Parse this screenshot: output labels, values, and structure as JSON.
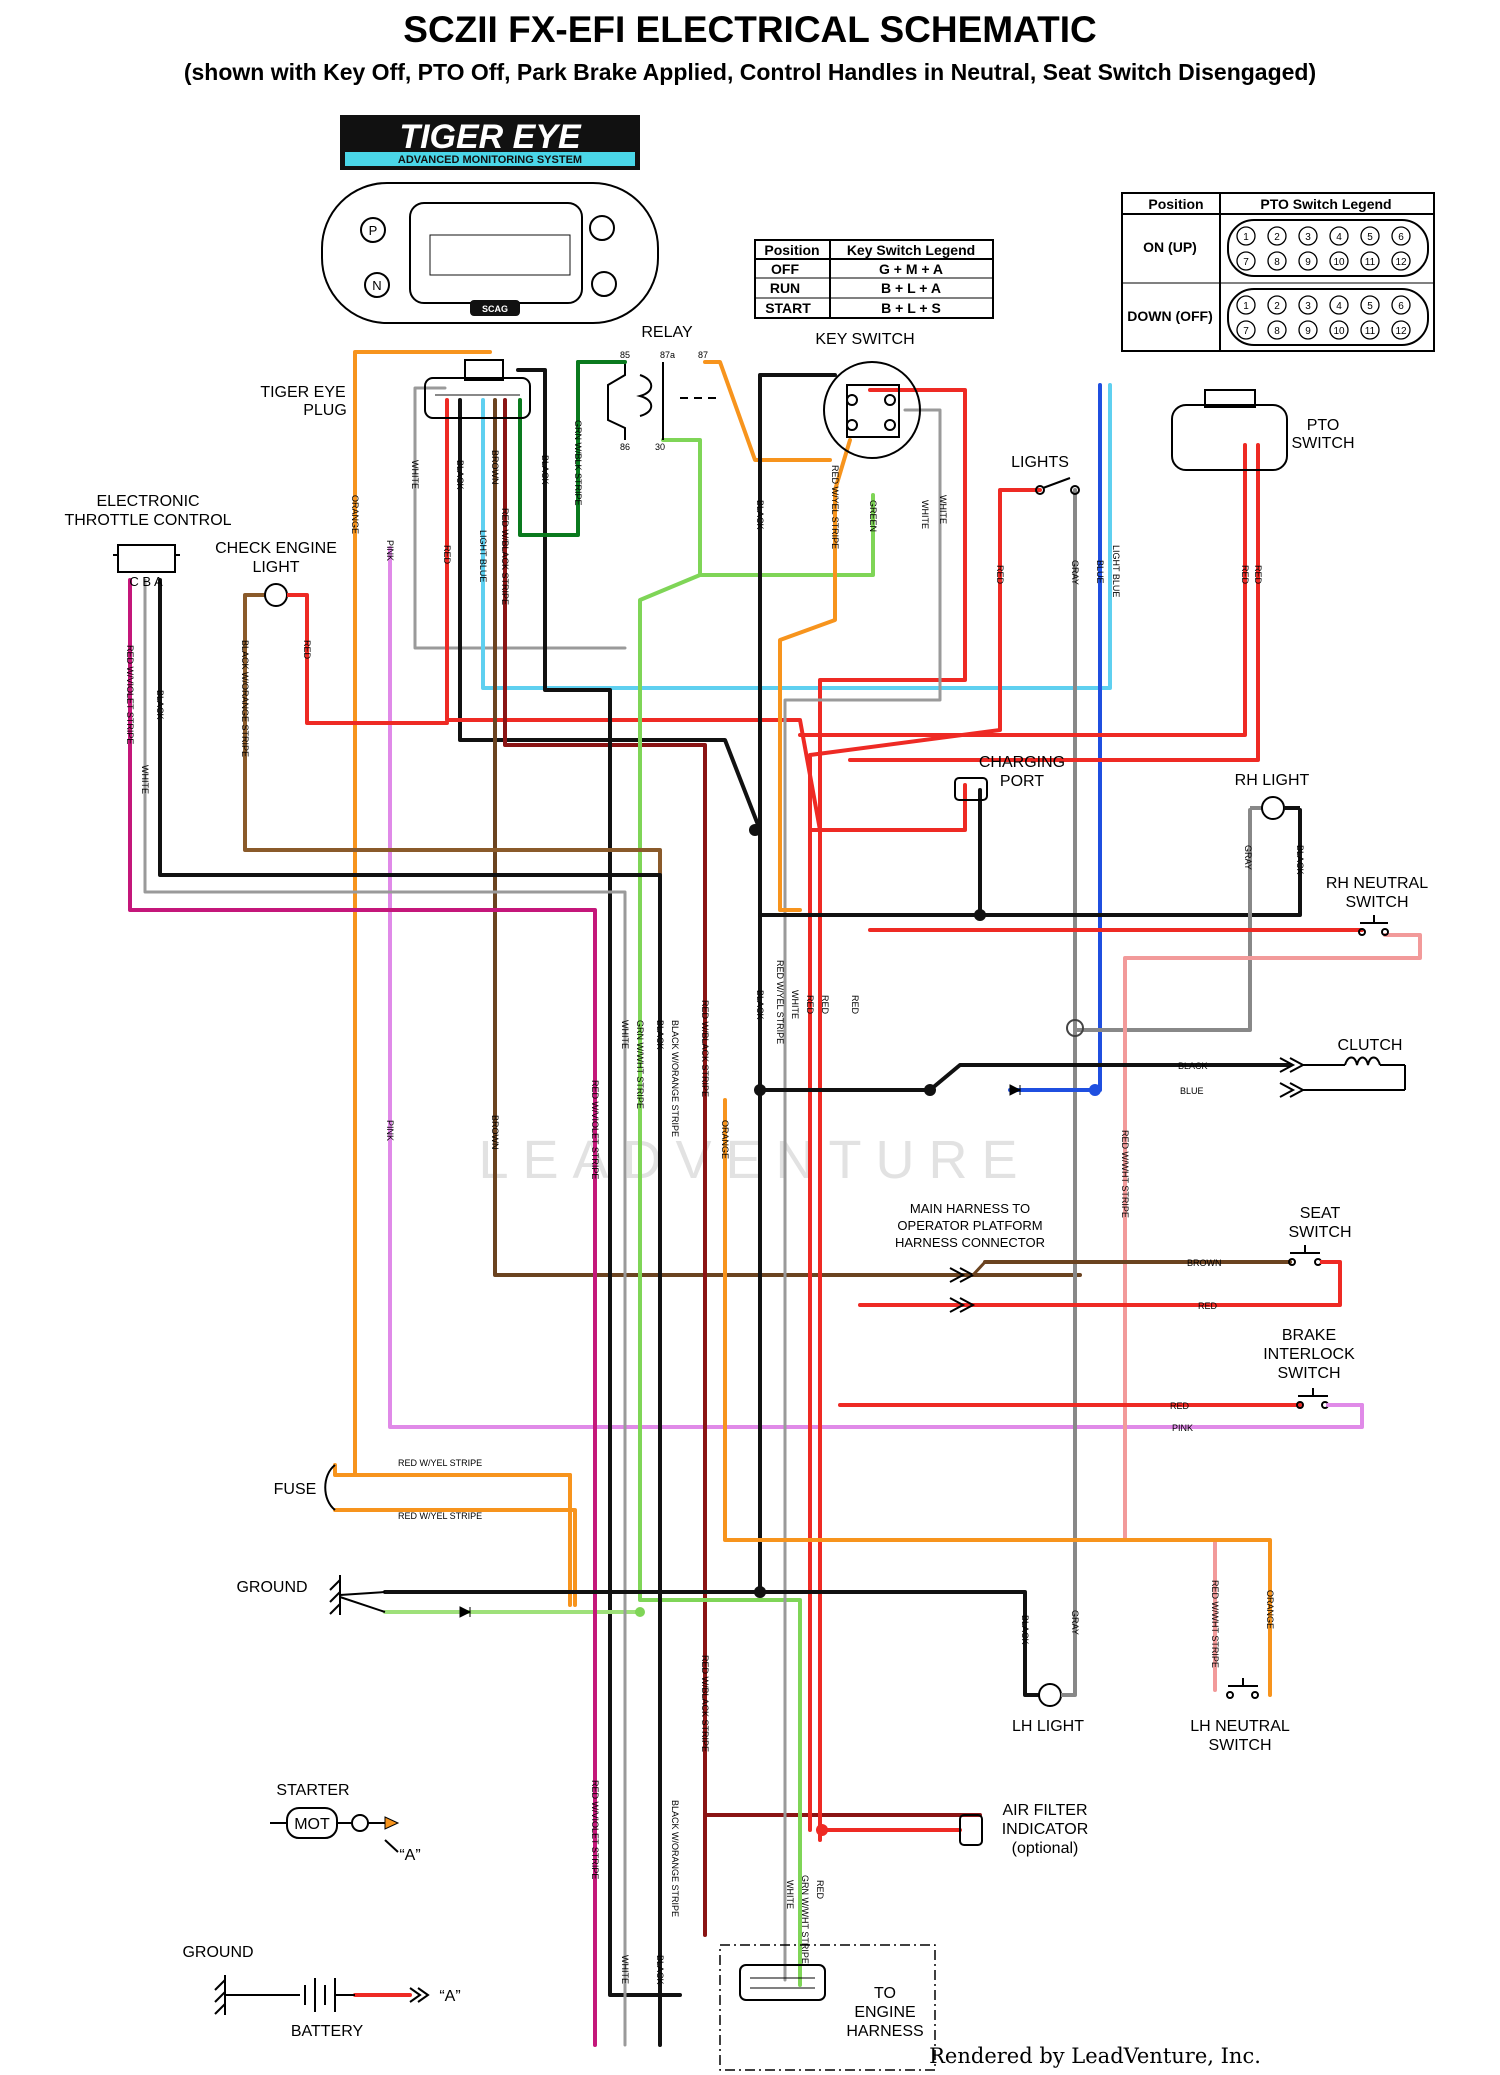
{
  "title": "SCZII FX-EFI ELECTRICAL SCHEMATIC",
  "subtitle": "(shown with Key Off, PTO Off, Park Brake Applied, Control Handles in Neutral, Seat Switch Disengaged)",
  "watermark": "LEADVENTURE",
  "credit": "Rendered by LeadVenture, Inc.",
  "logo": {
    "name": "TIGER EYE",
    "tagline": "ADVANCED MONITORING SYSTEM",
    "badge": "SCAG"
  },
  "key_switch_legend": {
    "headers": [
      "Position",
      "Key Switch Legend"
    ],
    "rows": [
      {
        "position": "OFF",
        "legend": "G + M + A"
      },
      {
        "position": "RUN",
        "legend": "B + L + A"
      },
      {
        "position": "START",
        "legend": "B + L + S"
      }
    ]
  },
  "pto_switch_legend": {
    "headers": [
      "Position",
      "PTO Switch Legend"
    ],
    "rows": [
      {
        "position": "ON (UP)",
        "pins": [
          "1",
          "2",
          "3",
          "4",
          "5",
          "6",
          "7",
          "8",
          "9",
          "10",
          "11",
          "12"
        ]
      },
      {
        "position": "DOWN (OFF)",
        "pins": [
          "1",
          "2",
          "3",
          "4",
          "5",
          "6",
          "7",
          "8",
          "9",
          "10",
          "11",
          "12"
        ]
      }
    ]
  },
  "components": {
    "relay": "RELAY",
    "relay_pins": [
      "85",
      "87a",
      "87",
      "86",
      "30"
    ],
    "key_switch": "KEY SWITCH",
    "tiger_eye_plug": [
      "TIGER EYE",
      "PLUG"
    ],
    "pto_switch": [
      "PTO",
      "SWITCH"
    ],
    "electronic_throttle": [
      "ELECTRONIC",
      "THROTTLE CONTROL"
    ],
    "check_engine": [
      "CHECK ENGINE",
      "LIGHT"
    ],
    "lights": "LIGHTS",
    "charging_port": [
      "CHARGING",
      "PORT"
    ],
    "rh_light": "RH LIGHT",
    "rh_neutral": [
      "RH NEUTRAL",
      "SWITCH"
    ],
    "clutch": "CLUTCH",
    "main_harness": [
      "MAIN HARNESS TO",
      "OPERATOR PLATFORM",
      "HARNESS CONNECTOR"
    ],
    "seat_switch": [
      "SEAT",
      "SWITCH"
    ],
    "brake_interlock": [
      "BRAKE",
      "INTERLOCK",
      "SWITCH"
    ],
    "fuse": "FUSE",
    "ground": "GROUND",
    "lh_light": "LH LIGHT",
    "lh_neutral": [
      "LH NEUTRAL",
      "SWITCH"
    ],
    "starter": "STARTER",
    "motor": "MOT",
    "terminal_a": "“A”",
    "air_filter": [
      "AIR FILTER",
      "INDICATOR",
      "(optional)"
    ],
    "battery": "BATTERY",
    "to_engine_harness": [
      "TO",
      "ENGINE",
      "HARNESS"
    ],
    "throttle_pins": "C B A"
  },
  "wire_labels": {
    "orange": "ORANGE",
    "white": "WHITE",
    "pink": "PINK",
    "black": "BLACK",
    "red": "RED",
    "brown": "BROWN",
    "light_blue": "LIGHT BLUE",
    "red_wblack": "RED W/BLACK STRIPE",
    "grn_wblk": "GRN W/BLK STRIPE",
    "red_wyel": "RED W/YEL STRIPE",
    "green": "GREEN",
    "gray": "GRAY",
    "blue": "BLUE",
    "red_wviolet": "RED W/VIOLET STRIPE",
    "black_worange": "BLACK W/ORANGE STRIPE",
    "grn_wwht": "GRN W/WHT STRIPE",
    "red_wwht": "RED W/WHT STRIPE"
  },
  "colors": {
    "red": "#ee2a24",
    "orange": "#f7941d",
    "green": "#7fd557",
    "dark_green": "#0a7a1e",
    "blue": "#1f4fe0",
    "light_blue": "#5fd0f0",
    "brown": "#6b4320",
    "maroon": "#8a1414",
    "magenta": "#c4177a",
    "pink": "#e08ae8",
    "gray": "#888888",
    "black": "#111111",
    "red_wwht": "#f29a9a"
  }
}
